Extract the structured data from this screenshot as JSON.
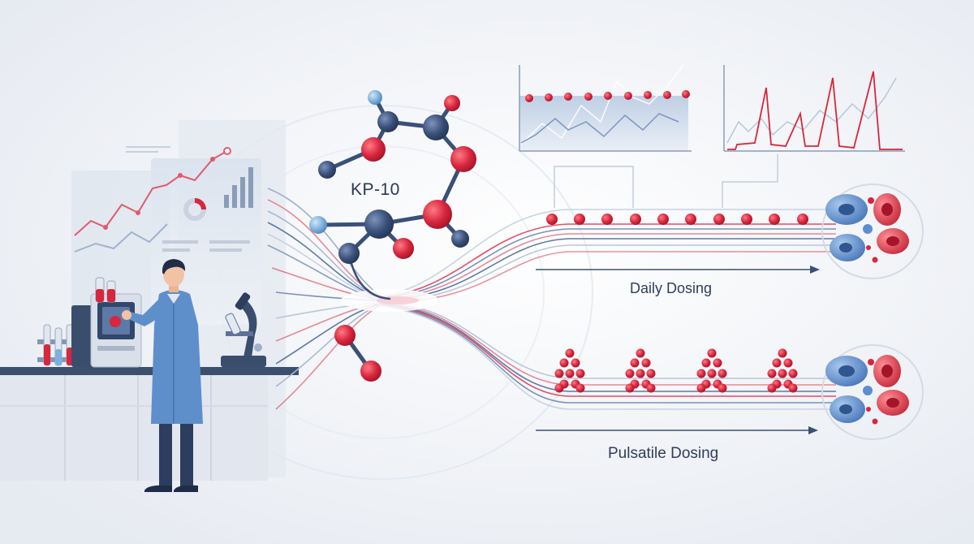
{
  "molecule": {
    "label": "KP-10"
  },
  "regimens": [
    {
      "label": "Daily Dosing"
    },
    {
      "label": "Pulsatile Dosing"
    }
  ],
  "colors": {
    "accent_red": "#d7263d",
    "navy": "#3a5078",
    "blue": "#5b8ed0",
    "light_blue": "#7fb0dc",
    "background": "#f3f5f9"
  },
  "icons": [
    "scientist-icon",
    "microscope-icon",
    "test-tubes-icon",
    "lab-analyzer-icon",
    "molecule-icon",
    "cell-cluster-icon"
  ]
}
